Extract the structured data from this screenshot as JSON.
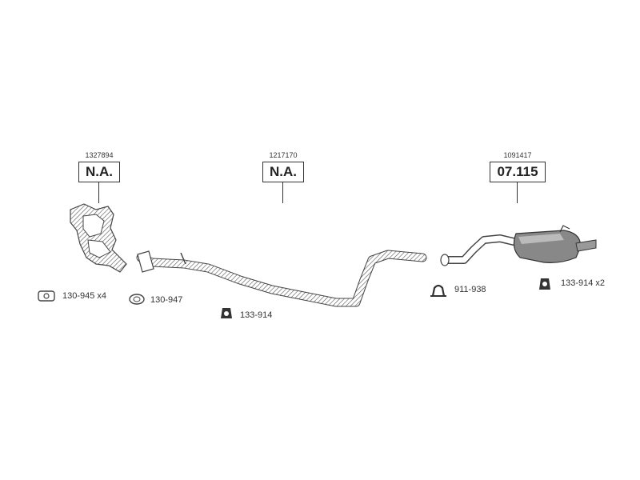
{
  "callouts": [
    {
      "ref": "1327894",
      "code": "N.A."
    },
    {
      "ref": "1217170",
      "code": "N.A."
    },
    {
      "ref": "1091417",
      "code": "07.115"
    }
  ],
  "parts": {
    "gasket_a": "130-945 x4",
    "gasket_b": "130-947",
    "mount_mid": "133-914",
    "clamp": "911-938",
    "mount_rear": "133-914 x2"
  }
}
